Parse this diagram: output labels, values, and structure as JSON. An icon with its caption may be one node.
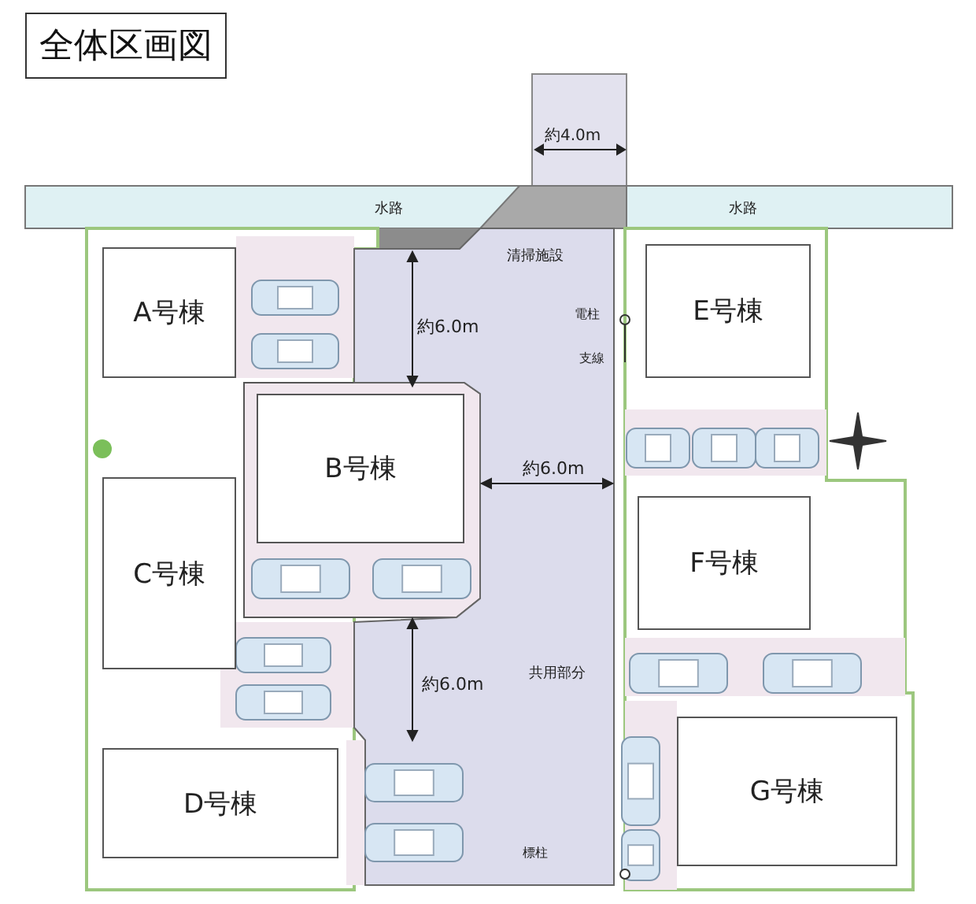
{
  "diagram": {
    "title": "全体区画図",
    "nodes": [
      {
        "text": [
          "A号棟"
        ]
      },
      {
        "text": [
          "B号棟"
        ]
      },
      {
        "text": [
          "C号棟"
        ]
      },
      {
        "text": [
          "D号棟"
        ]
      },
      {
        "text": [
          "E号棟"
        ]
      },
      {
        "text": [
          "F号棟"
        ]
      },
      {
        "text": [
          "G号棟"
        ]
      }
    ],
    "labels": [
      "約4.0m",
      "水路",
      "水路",
      "清掃施設",
      "約6.0m",
      "電柱",
      "支線",
      "約6.0m",
      "約6.0m",
      "共用部分",
      "標柱"
    ]
  }
}
